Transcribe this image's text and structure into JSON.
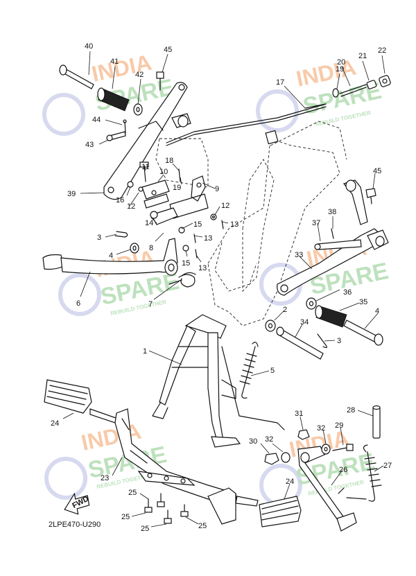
{
  "diagram_code": "2LPE470-U290",
  "fwd_label": "FWD",
  "watermark": {
    "line1": "INDIA",
    "line2": "SPARE",
    "tagline": "REBUILD TOGETHER",
    "colors": {
      "orange": "#f6b98d",
      "green": "#a8d8a8",
      "blue": "#c9cdea"
    }
  },
  "callouts": [
    {
      "id": "c40",
      "text": "40"
    },
    {
      "id": "c41",
      "text": "41"
    },
    {
      "id": "c45a",
      "text": "45"
    },
    {
      "id": "c42",
      "text": "42"
    },
    {
      "id": "c44",
      "text": "44"
    },
    {
      "id": "c43",
      "text": "43"
    },
    {
      "id": "c17",
      "text": "17"
    },
    {
      "id": "c19a",
      "text": "19"
    },
    {
      "id": "c20",
      "text": "20"
    },
    {
      "id": "c21",
      "text": "21"
    },
    {
      "id": "c22",
      "text": "22"
    },
    {
      "id": "c18",
      "text": "18"
    },
    {
      "id": "c11",
      "text": "11"
    },
    {
      "id": "c10",
      "text": "10"
    },
    {
      "id": "c19b",
      "text": "19"
    },
    {
      "id": "c9",
      "text": "9"
    },
    {
      "id": "c39",
      "text": "39"
    },
    {
      "id": "c16",
      "text": "16"
    },
    {
      "id": "c12a",
      "text": "12"
    },
    {
      "id": "c12b",
      "text": "12"
    },
    {
      "id": "c14",
      "text": "14"
    },
    {
      "id": "c13a",
      "text": "13"
    },
    {
      "id": "c15a",
      "text": "15"
    },
    {
      "id": "c3a",
      "text": "3"
    },
    {
      "id": "c8",
      "text": "8"
    },
    {
      "id": "c13b",
      "text": "13"
    },
    {
      "id": "c4a",
      "text": "4"
    },
    {
      "id": "c15b",
      "text": "15"
    },
    {
      "id": "c13c",
      "text": "13"
    },
    {
      "id": "c6",
      "text": "6"
    },
    {
      "id": "c7",
      "text": "7"
    },
    {
      "id": "c45b",
      "text": "45"
    },
    {
      "id": "c38",
      "text": "38"
    },
    {
      "id": "c37",
      "text": "37"
    },
    {
      "id": "c33",
      "text": "33"
    },
    {
      "id": "c36",
      "text": "36"
    },
    {
      "id": "c35",
      "text": "35"
    },
    {
      "id": "c4b",
      "text": "4"
    },
    {
      "id": "c2",
      "text": "2"
    },
    {
      "id": "c34",
      "text": "34"
    },
    {
      "id": "c3b",
      "text": "3"
    },
    {
      "id": "c1",
      "text": "1"
    },
    {
      "id": "c5",
      "text": "5"
    },
    {
      "id": "c24a",
      "text": "24"
    },
    {
      "id": "c31",
      "text": "31"
    },
    {
      "id": "c28",
      "text": "28"
    },
    {
      "id": "c32a",
      "text": "32"
    },
    {
      "id": "c29",
      "text": "29"
    },
    {
      "id": "c30",
      "text": "30"
    },
    {
      "id": "c32b",
      "text": "32"
    },
    {
      "id": "c27",
      "text": "27"
    },
    {
      "id": "c23",
      "text": "23"
    },
    {
      "id": "c26",
      "text": "26"
    },
    {
      "id": "c25a",
      "text": "25"
    },
    {
      "id": "c24b",
      "text": "24"
    },
    {
      "id": "c25b",
      "text": "25"
    },
    {
      "id": "c25c",
      "text": "25"
    },
    {
      "id": "c25d",
      "text": "25"
    }
  ]
}
